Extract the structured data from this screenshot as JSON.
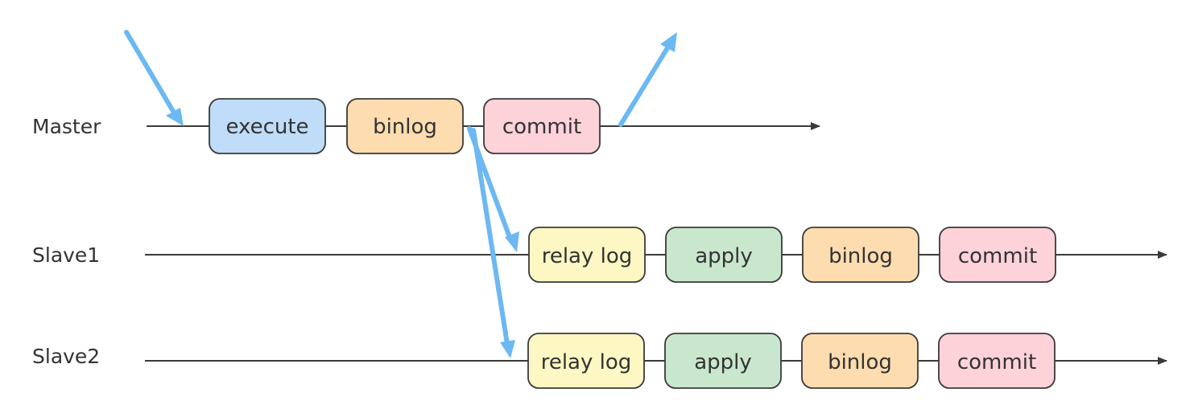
{
  "colors": {
    "flow": "#6cb8f2",
    "line": "#3a3a3a",
    "text": "#333333",
    "stage_fill": {
      "execute": "#bfdcf8",
      "binlog": "#fddcaf",
      "commit": "#fdd2d9",
      "relay": "#fdf8c3",
      "apply": "#c9e7cd"
    }
  },
  "rows": [
    {
      "label": "Master",
      "stages": [
        {
          "label": "execute",
          "kind": "execute"
        },
        {
          "label": "binlog",
          "kind": "binlog"
        },
        {
          "label": "commit",
          "kind": "commit"
        }
      ]
    },
    {
      "label": "Slave1",
      "stages": [
        {
          "label": "relay log",
          "kind": "relay"
        },
        {
          "label": "apply",
          "kind": "apply"
        },
        {
          "label": "binlog",
          "kind": "binlog"
        },
        {
          "label": "commit",
          "kind": "commit"
        }
      ]
    },
    {
      "label": "Slave2",
      "stages": [
        {
          "label": "relay log",
          "kind": "relay"
        },
        {
          "label": "apply",
          "kind": "apply"
        },
        {
          "label": "binlog",
          "kind": "binlog"
        },
        {
          "label": "commit",
          "kind": "commit"
        }
      ]
    }
  ]
}
